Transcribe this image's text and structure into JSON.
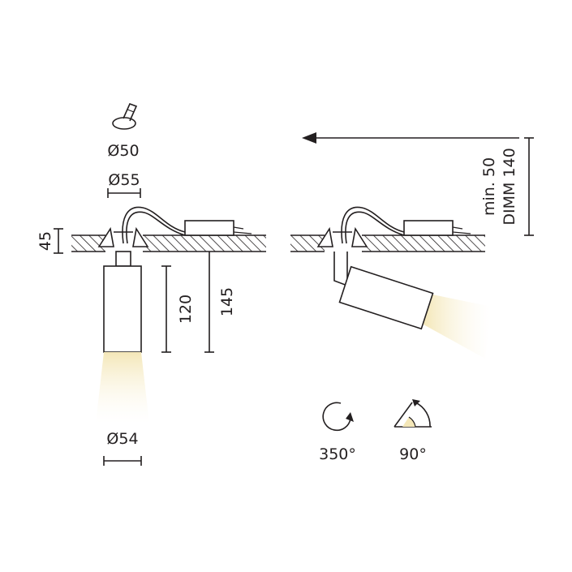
{
  "labels": {
    "d50": "Ø50",
    "d55": "Ø55",
    "d54": "Ø54",
    "h45": "45",
    "h120": "120",
    "h145": "145",
    "min50": "min. 50",
    "dimm140": "DIMM 140",
    "rot350": "350°",
    "tilt90": "90°"
  },
  "icons": {
    "rotation": "rotation-icon",
    "tilt": "tilt-icon",
    "arrow": "arrow-left-icon"
  },
  "colors": {
    "line": "#231f20",
    "light_warm": "#f4e7b8"
  }
}
